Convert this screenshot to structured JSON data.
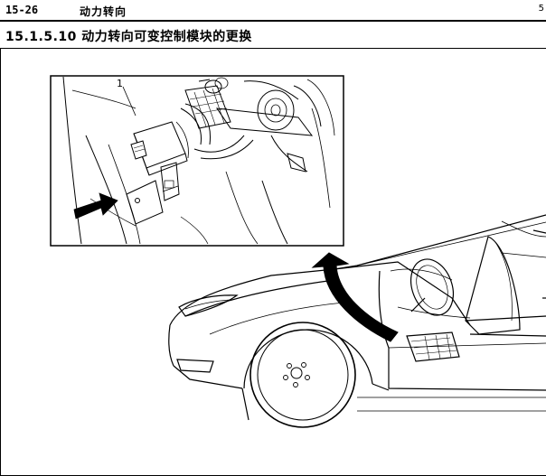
{
  "header": {
    "page_number": "15-26",
    "chapter_title": "动力转向",
    "edge_mark": "5"
  },
  "section": {
    "title": "15.1.5.10 动力转向可变控制模块的更换"
  },
  "figure": {
    "callout_1": "1"
  }
}
